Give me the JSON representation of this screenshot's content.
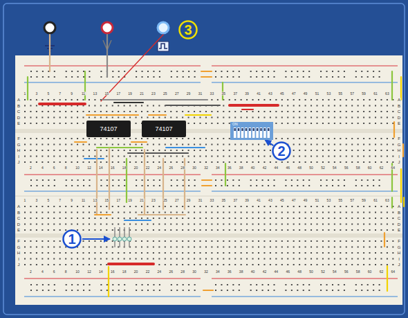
{
  "diagram": {
    "nodes": [
      {
        "text": [
          "3"
        ]
      },
      {
        "text": [
          "74107"
        ]
      },
      {
        "text": [
          "74107"
        ]
      },
      {
        "text": [
          "ON"
        ]
      },
      {
        "text": [
          "2"
        ]
      },
      {
        "text": [
          "1"
        ]
      }
    ],
    "edges": [
      {
        "from": 4,
        "to": 3,
        "arrow": "to"
      }
    ],
    "labels": [
      "1",
      "3",
      "5",
      "7",
      "9",
      "11",
      "13",
      "15",
      "17",
      "19",
      "21",
      "23",
      "25",
      "27",
      "29",
      "31",
      "33",
      "35",
      "37",
      "39",
      "41",
      "43",
      "45",
      "47",
      "49",
      "51",
      "53",
      "55",
      "57",
      "59",
      "61",
      "63",
      "A",
      "B",
      "C",
      "D",
      "E",
      "F",
      "G",
      "H",
      "I",
      "J",
      "A",
      "B",
      "C",
      "D",
      "E",
      "F",
      "G",
      "H",
      "I",
      "J",
      "2",
      "4",
      "6",
      "8",
      "10",
      "12",
      "14",
      "16",
      "18",
      "20",
      "22",
      "24",
      "26",
      "28",
      "30",
      "32",
      "34",
      "36",
      "38",
      "40",
      "42",
      "44",
      "46",
      "48",
      "50",
      "52",
      "54",
      "56",
      "58",
      "60",
      "62",
      "64",
      "1",
      "3",
      "5",
      "7",
      "9",
      "11",
      "13",
      "15",
      "17",
      "19",
      "21",
      "23",
      "25",
      "27",
      "29",
      "31",
      "33",
      "35",
      "37",
      "39",
      "41",
      "43",
      "45",
      "47",
      "49",
      "51",
      "53",
      "55",
      "57",
      "59",
      "61",
      "63",
      "A",
      "B",
      "C",
      "D",
      "E",
      "F",
      "G",
      "H",
      "I",
      "J",
      "A",
      "B",
      "C",
      "D",
      "E",
      "F",
      "G",
      "H",
      "I",
      "J",
      "2",
      "4",
      "6",
      "8",
      "10",
      "12",
      "14",
      "16",
      "18",
      "20",
      "22",
      "24",
      "26",
      "28",
      "30",
      "32",
      "34",
      "36",
      "38",
      "40",
      "42",
      "44",
      "46",
      "48",
      "50",
      "52",
      "54",
      "56",
      "58",
      "60",
      "62",
      "64"
    ]
  }
}
